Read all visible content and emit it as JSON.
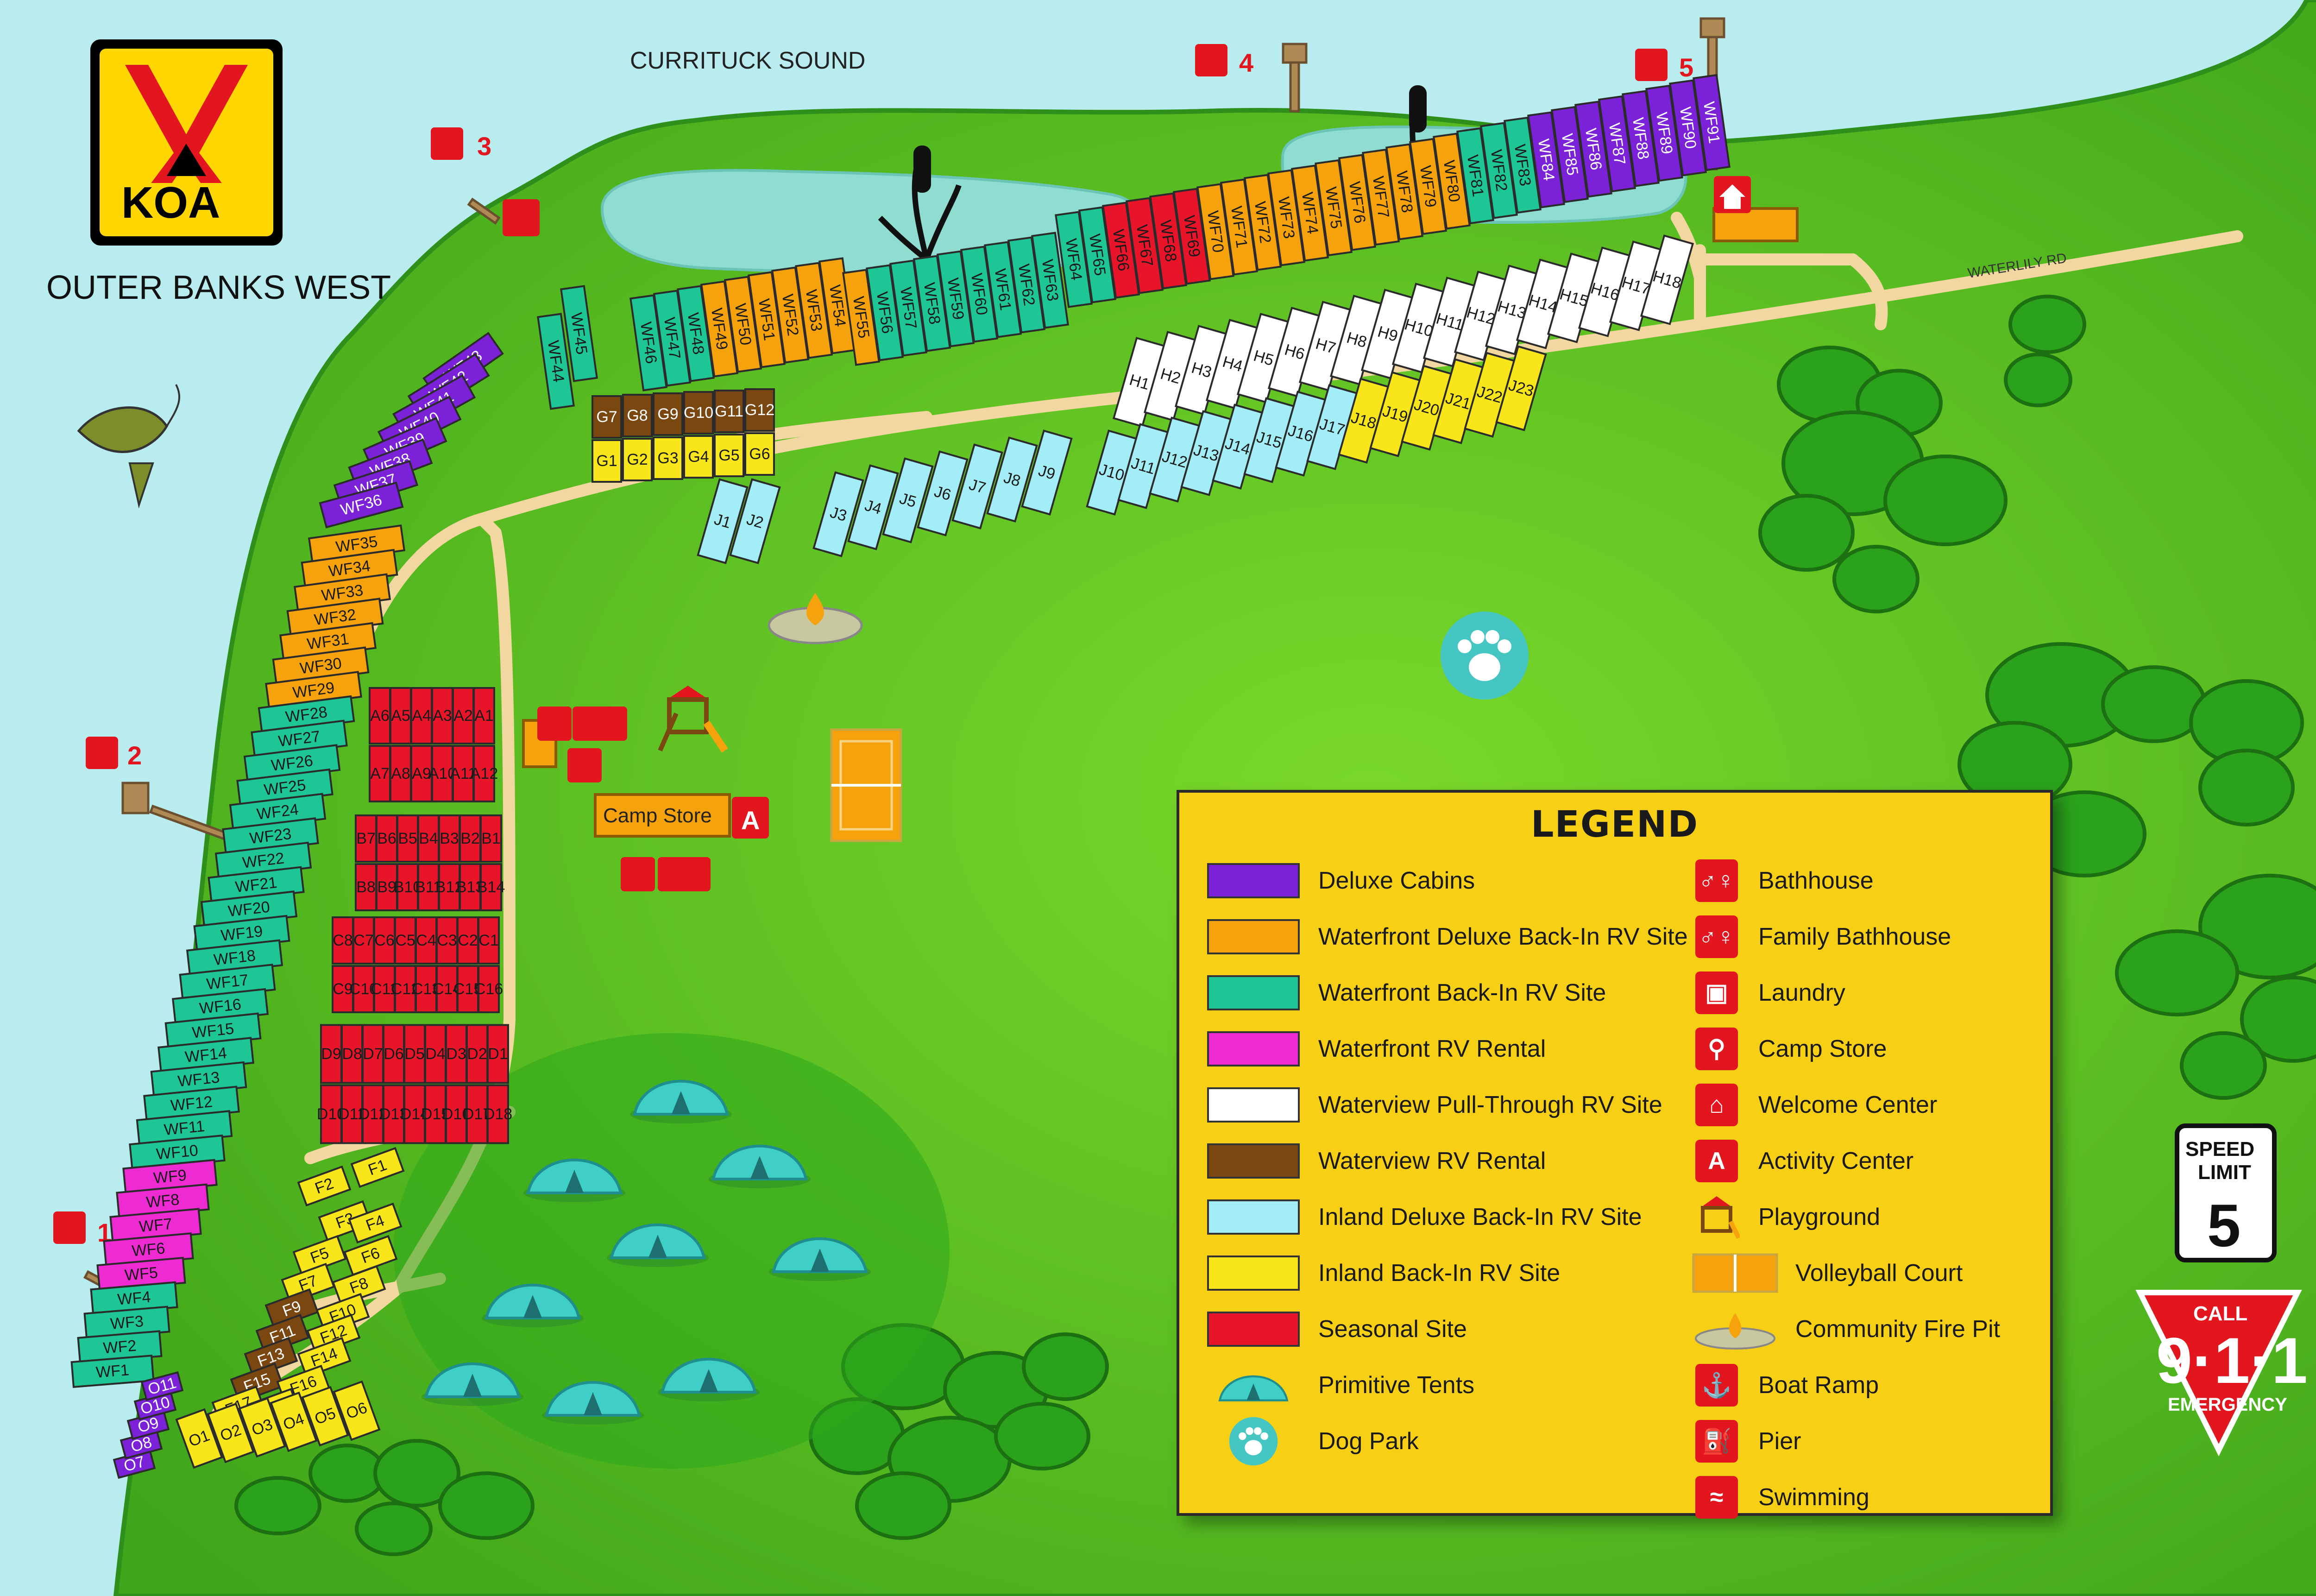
{
  "park": {
    "brand": "KOA",
    "name": "OUTER BANKS WEST"
  },
  "water_label": "CURRITUCK SOUND",
  "road_label": "WATERLILY RD",
  "piers": [
    "1",
    "2",
    "3",
    "4",
    "5"
  ],
  "speed_sign": {
    "line1": "SPEED",
    "line2": "LIMIT",
    "value": "5"
  },
  "emergency": {
    "top": "CALL",
    "number": "9·1·1",
    "bottom": "EMERGENCY"
  },
  "facilities": {
    "camp_store": "Camp Store",
    "activity_letter": "A"
  },
  "legend": {
    "title": "LEGEND",
    "site_types": [
      {
        "label": "Deluxe Cabins",
        "color": "#7b22d8"
      },
      {
        "label": "Waterfront Deluxe Back-In RV Site",
        "color": "#f6a20c"
      },
      {
        "label": "Waterfront Back-In RV Site",
        "color": "#1ec595"
      },
      {
        "label": "Waterfront RV Rental",
        "color": "#ee2bd3"
      },
      {
        "label": "Waterview Pull-Through RV Site",
        "color": "#ffffff"
      },
      {
        "label": "Waterview RV Rental",
        "color": "#7a4711"
      },
      {
        "label": "Inland Deluxe Back-In RV Site",
        "color": "#a3edf6"
      },
      {
        "label": "Inland Back-In RV Site",
        "color": "#f8e61a"
      },
      {
        "label": "Seasonal Site",
        "color": "#e8152a"
      },
      {
        "label": "Primitive Tents",
        "icon": "tent-icon"
      },
      {
        "label": "Dog Park",
        "icon": "paw-icon"
      }
    ],
    "amenities": [
      {
        "label": "Bathhouse",
        "icon": "bathhouse-icon"
      },
      {
        "label": "Family Bathhouse",
        "icon": "family-bathhouse-icon"
      },
      {
        "label": "Laundry",
        "icon": "laundry-icon"
      },
      {
        "label": "Camp Store",
        "icon": "camp-store-icon"
      },
      {
        "label": "Welcome Center",
        "icon": "welcome-center-icon"
      },
      {
        "label": "Activity Center",
        "icon": "activity-center-icon"
      },
      {
        "label": "Playground",
        "icon": "playground-icon"
      },
      {
        "label": "Volleyball Court",
        "icon": "volleyball-court-icon"
      },
      {
        "label": "Community Fire Pit",
        "icon": "fire-pit-icon"
      },
      {
        "label": "Boat Ramp",
        "icon": "boat-ramp-icon"
      },
      {
        "label": "Pier",
        "icon": "pier-icon"
      },
      {
        "label": "Swimming",
        "icon": "swimming-icon"
      }
    ]
  },
  "sites": {
    "wf_west": [
      "WF43",
      "WF42",
      "WF41",
      "WF40",
      "WF39",
      "WF38",
      "WF37",
      "WF36",
      "WF35",
      "WF34",
      "WF33",
      "WF32",
      "WF31",
      "WF30",
      "WF29",
      "WF28",
      "WF27",
      "WF26",
      "WF25",
      "WF24",
      "WF23",
      "WF22",
      "WF21",
      "WF20",
      "WF19",
      "WF18",
      "WF17",
      "WF16",
      "WF15",
      "WF14",
      "WF13",
      "WF12",
      "WF11",
      "WF10",
      "WF9",
      "WF8",
      "WF7",
      "WF6",
      "WF5",
      "WF4",
      "WF3",
      "WF2",
      "WF1"
    ],
    "wf_north": [
      "WF44",
      "WF45",
      "WF46",
      "WF47",
      "WF48",
      "WF49",
      "WF50",
      "WF51",
      "WF52",
      "WF53",
      "WF54",
      "WF55",
      "WF56",
      "WF57",
      "WF58",
      "WF59",
      "WF60",
      "WF61",
      "WF62",
      "WF63",
      "WF64",
      "WF65",
      "WF66",
      "WF67",
      "WF68",
      "WF69",
      "WF70",
      "WF71",
      "WF72",
      "WF73",
      "WF74",
      "WF75",
      "WF76",
      "WF77",
      "WF78",
      "WF79",
      "WF80",
      "WF81",
      "WF82",
      "WF83",
      "WF84",
      "WF85",
      "WF86",
      "WF87",
      "WF88",
      "WF89",
      "WF90",
      "WF91"
    ],
    "h": [
      "H1",
      "H2",
      "H3",
      "H4",
      "H5",
      "H6",
      "H7",
      "H8",
      "H9",
      "H10",
      "H11",
      "H12",
      "H13",
      "H14",
      "H15",
      "H16",
      "H17",
      "H18"
    ],
    "j": [
      "J1",
      "J2",
      "J3",
      "J4",
      "J5",
      "J6",
      "J7",
      "J8",
      "J9",
      "J10",
      "J11",
      "J12",
      "J13",
      "J14",
      "J15",
      "J16",
      "J17",
      "J18",
      "J19",
      "J20",
      "J21",
      "J22",
      "J23"
    ],
    "g": [
      "G1",
      "G2",
      "G3",
      "G4",
      "G5",
      "G6",
      "G7",
      "G8",
      "G9",
      "G10",
      "G11",
      "G12"
    ],
    "a": [
      "A1",
      "A2",
      "A3",
      "A4",
      "A5",
      "A6",
      "A7",
      "A8",
      "A9",
      "A10",
      "A11",
      "A12"
    ],
    "b": [
      "B1",
      "B2",
      "B3",
      "B4",
      "B5",
      "B6",
      "B7",
      "B8",
      "B9",
      "B10",
      "B11",
      "B12",
      "B13",
      "B14"
    ],
    "c": [
      "C1",
      "C2",
      "C3",
      "C4",
      "C5",
      "C6",
      "C7",
      "C8",
      "C9",
      "C10",
      "C11",
      "C12",
      "C13",
      "C14",
      "C15",
      "C16"
    ],
    "d": [
      "D1",
      "D2",
      "D3",
      "D4",
      "D5",
      "D6",
      "D7",
      "D8",
      "D9",
      "D10",
      "D11",
      "D12",
      "D13",
      "D14",
      "D15",
      "D16",
      "D17",
      "D18"
    ],
    "f": [
      "F1",
      "F2",
      "F3",
      "F4",
      "F5",
      "F6",
      "F7",
      "F8",
      "F9",
      "F10",
      "F11",
      "F12",
      "F13",
      "F14",
      "F15",
      "F16",
      "F17",
      "F18"
    ],
    "o": [
      "O1",
      "O2",
      "O3",
      "O4",
      "O5",
      "O6",
      "O7",
      "O8",
      "O9",
      "O10",
      "O11"
    ]
  }
}
